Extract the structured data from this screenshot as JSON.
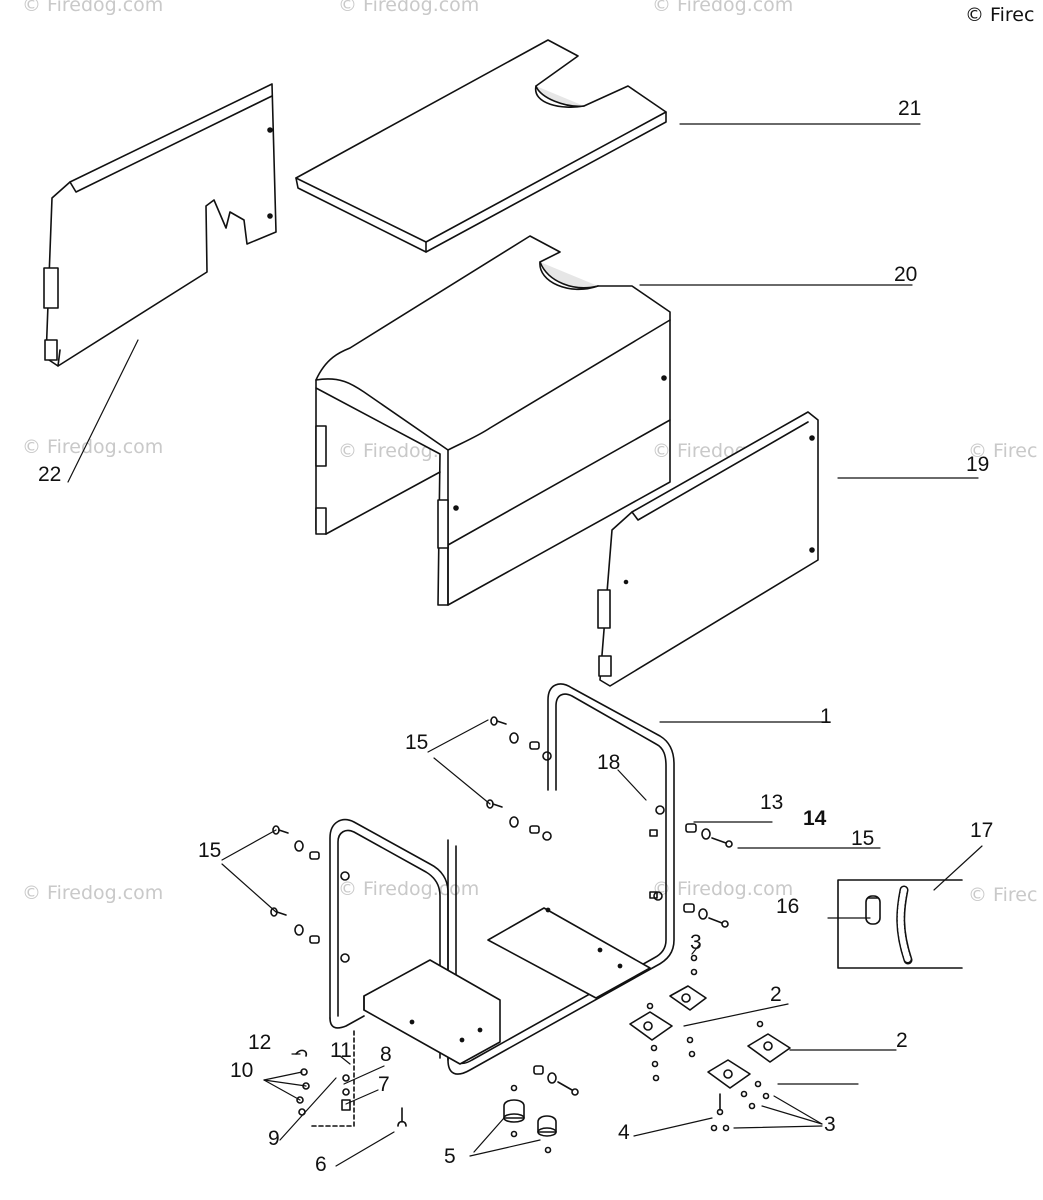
{
  "watermark": {
    "text": "© Firedog.com",
    "corner_text": "© Firec",
    "color": "#c9c9c9"
  },
  "callouts": {
    "c1": "1",
    "c2a": "2",
    "c2b": "2",
    "c3a": "3",
    "c3b": "3",
    "c4": "4",
    "c5": "5",
    "c6": "6",
    "c7": "7",
    "c8": "8",
    "c9": "9",
    "c10": "10",
    "c11": "11",
    "c12": "12",
    "c13": "13",
    "c14": "14",
    "c15a": "15",
    "c15b": "15",
    "c15c": "15",
    "c16": "16",
    "c17": "17",
    "c18": "18",
    "c19": "19",
    "c20": "20",
    "c21": "21",
    "c22": "22"
  },
  "colors": {
    "line": "#111111",
    "paper": "#ffffff",
    "shade": "#e6e6e6"
  }
}
